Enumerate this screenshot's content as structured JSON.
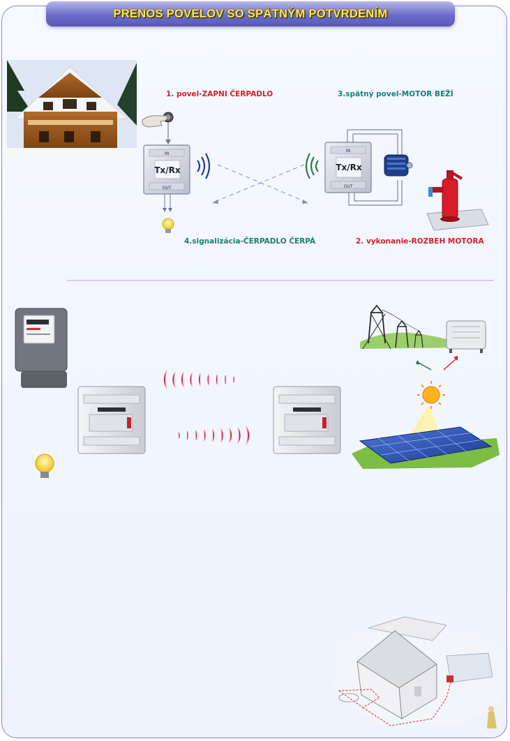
{
  "title": "PRENOS POVELOV SO SPÄTNÝM POTVRDENÍM",
  "labels": {
    "cmd1": "1. povel-ZAPNI ČERPADLO",
    "cmd3": "3.spätný povel-MOTOR BEŽÍ",
    "cmd4": "4.signalizácia-ČERPADLO ČERPÁ",
    "cmd2": "2. vykonanie-ROZBEH MOTORA"
  },
  "device": {
    "txrx": "Tx/Rx",
    "in": "IN",
    "out": "OUT"
  },
  "colors": {
    "banner": "#6c6cc8",
    "banner_text": "#ffeb3b",
    "command": "#d6202a",
    "feedback": "#17806f",
    "divider": "#b9a4d6"
  },
  "icons": [
    "house-image",
    "hand-button-icon",
    "bulb-icon",
    "motor-icon",
    "water-pump-icon",
    "electricity-meter-image",
    "power-lines-image",
    "heater-icon",
    "sun-icon",
    "solar-panel-image",
    "din-rail-module",
    "property-plan-image"
  ]
}
